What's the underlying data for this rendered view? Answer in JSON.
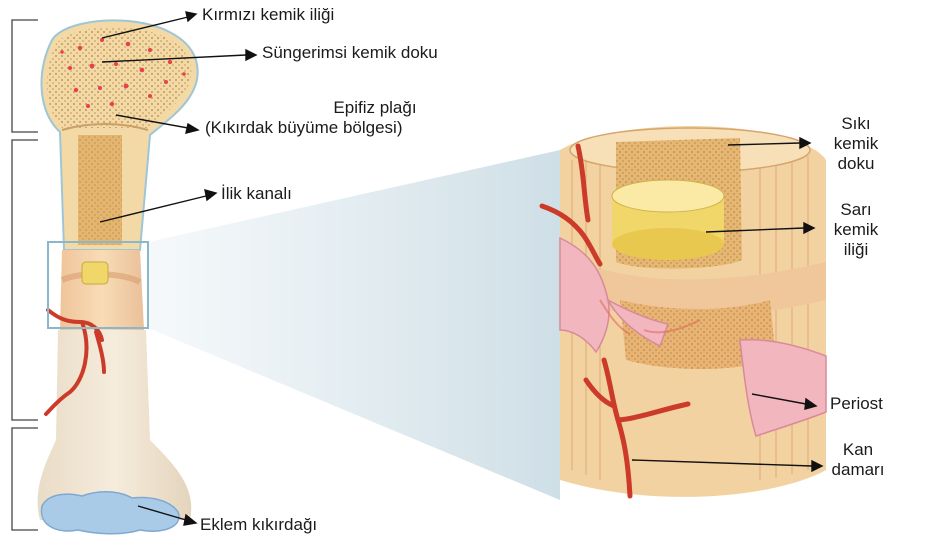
{
  "labels": {
    "red_marrow": "Kırmızı kemik iliği",
    "spongy_bone": "Süngerimsi kemik doku",
    "epiphyseal_plate_1": "Epifiz plağı",
    "epiphyseal_plate_2": "(Kıkırdak büyüme bölgesi)",
    "marrow_cavity": "İlik kanalı",
    "compact_bone_1": "Sıkı",
    "compact_bone_2": "kemik",
    "compact_bone_3": "doku",
    "yellow_marrow_1": "Sarı",
    "yellow_marrow_2": "kemik",
    "yellow_marrow_3": "iliği",
    "periosteum": "Periost",
    "blood_vessel_1": "Kan",
    "blood_vessel_2": "damarı",
    "articular_cartilage": "Eklem kıkırdağı"
  },
  "colors": {
    "bone": "#f3d9a6",
    "spongy": "#e3b977",
    "marrow_red": "#e8404f",
    "cartilage": "#a9cbe8",
    "vessel": "#cc3a2a",
    "periosteum": "#f2b6bf",
    "zoom_box": "#8ab7c9",
    "bracket": "#444444"
  }
}
